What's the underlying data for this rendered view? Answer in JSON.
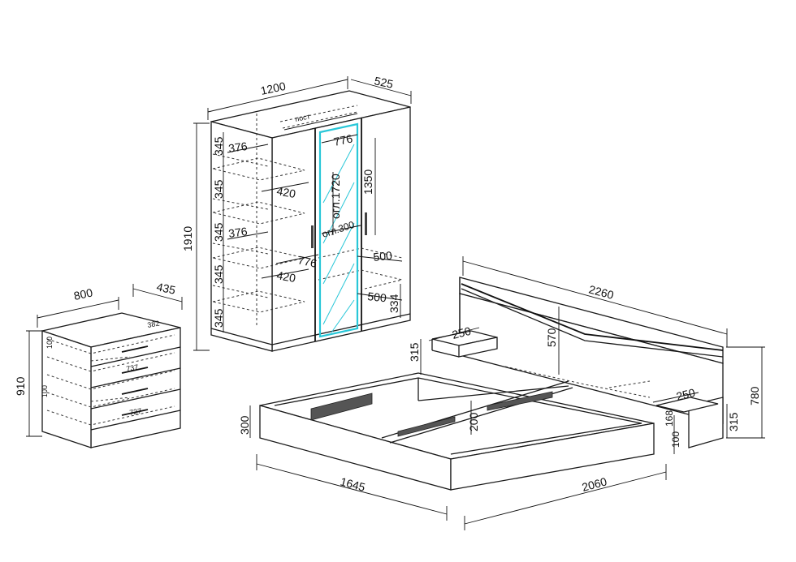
{
  "labels": {
    "wardrobe_width": "1200",
    "wardrobe_depth": "525",
    "wardrobe_height": "1910",
    "wardrobe_post": "пост",
    "wardrobe_776_top": "776",
    "wardrobe_776_mid": "776",
    "wardrobe_mirror_1720": "огл.1720",
    "wardrobe_mirror_300": "огл.300",
    "wardrobe_1350": "1350",
    "wardrobe_500_a": "500",
    "wardrobe_500_b": "500",
    "wardrobe_334": "334",
    "wardrobe_376_a": "376",
    "wardrobe_376_b": "376",
    "wardrobe_420_a": "420",
    "wardrobe_420_b": "420",
    "wardrobe_345_1": "345",
    "wardrobe_345_2": "345",
    "wardrobe_345_3": "345",
    "wardrobe_345_4": "345",
    "wardrobe_345_5": "345",
    "chest_width": "800",
    "chest_depth": "435",
    "chest_height": "910",
    "chest_drawer_382": "382",
    "chest_drawer_100a": "100",
    "chest_drawer_100b": "100",
    "chest_drawer_737": "737",
    "chest_drawer_727": "727",
    "bed_headboard_2260": "2260",
    "bed_headboard_570": "570",
    "bed_headboard_780": "780",
    "bed_nightstand_250_a": "250",
    "bed_nightstand_250_b": "250",
    "bed_nightstand_315_a": "315",
    "bed_nightstand_315_b": "315",
    "bed_frame_300": "300",
    "bed_frame_200": "200",
    "bed_frame_168": "168",
    "bed_frame_100": "100",
    "bed_width_1645": "1645",
    "bed_length_2060": "2060"
  }
}
